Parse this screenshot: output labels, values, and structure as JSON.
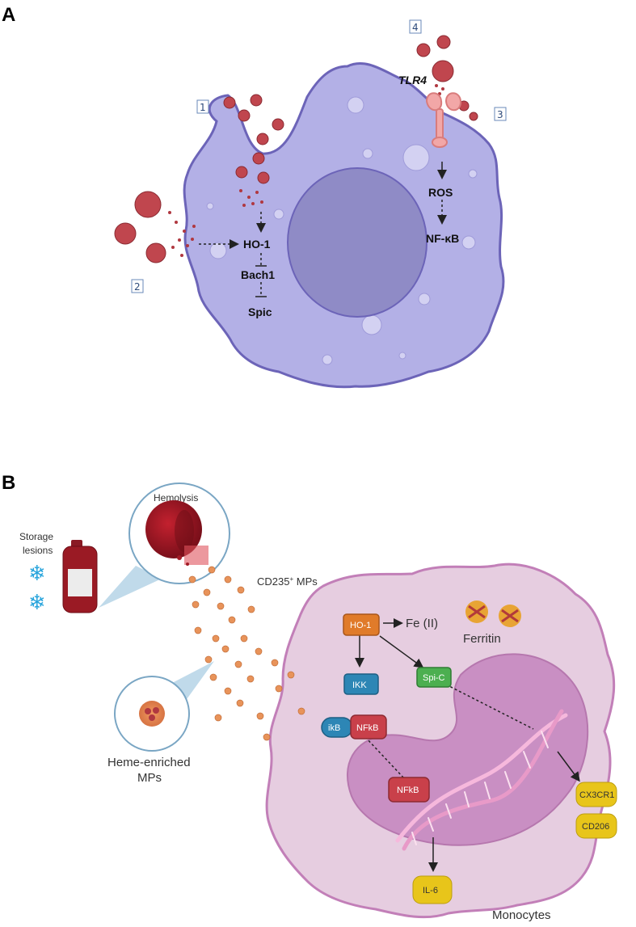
{
  "panel_a": {
    "label": "A",
    "markers": [
      "1",
      "2",
      "3",
      "4"
    ],
    "receptor": "TLR4",
    "left_path": [
      "HO-1",
      "Bach1",
      "Spic"
    ],
    "right_path": [
      "ROS",
      "NF-κB"
    ]
  },
  "panel_b": {
    "label": "B",
    "storage_lesions": [
      "Storage",
      "lesions"
    ],
    "hemolysis": "Hemolysis",
    "mps_label": "CD235",
    "mps_sup": "+",
    "mps_suffix": " MPs",
    "heme_mps": [
      "Heme-enriched",
      "MPs"
    ],
    "ho1": "HO-1",
    "fe": "Fe (II)",
    "ferritin": "Ferritin",
    "ikk": "IKK",
    "spic": "Spi-C",
    "ikb": "ikB",
    "nfkb_cyto": "NFkB",
    "nfkb_nuc": "NFkB",
    "cx3cr1": "CX3CR1",
    "cd206": "CD206",
    "il6": "IL-6",
    "monocytes": "Monocytes"
  },
  "colors": {
    "cell_a": "#b3b0e6",
    "nucleus_a": "#8f8bc6",
    "heme_particle": "#c0464e",
    "monocyte": "#e6cde0",
    "nucleus_b": "#c98fc3",
    "ho1_box": "#e07b2a",
    "ikk_box": "#2d86b5",
    "spic_box": "#4caf50",
    "nfkb_box": "#c9404a",
    "yellow_box": "#e8c51a",
    "mp_dot": "#e8935a"
  }
}
